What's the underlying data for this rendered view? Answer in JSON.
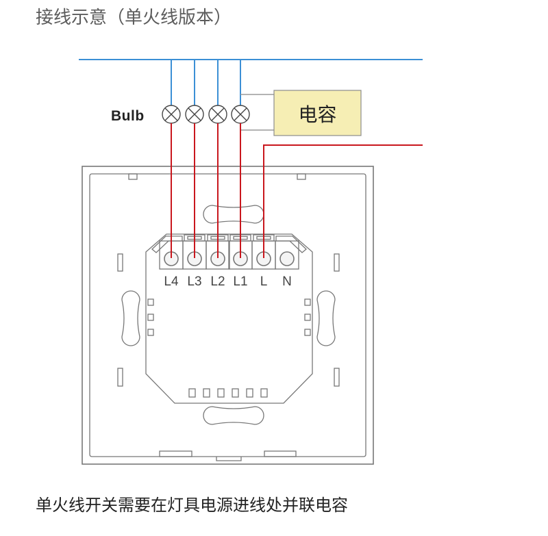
{
  "title": "接线示意（单火线版本）",
  "diagram": {
    "bulb_label": "Bulb",
    "capacitor_label": "电容",
    "terminals": [
      {
        "label": "L4"
      },
      {
        "label": "L3"
      },
      {
        "label": "L2"
      },
      {
        "label": "L1"
      },
      {
        "label": "L"
      },
      {
        "label": "N"
      }
    ],
    "colors": {
      "blue_wire": "#3b8fd5",
      "red_wire": "#c9161d",
      "capacitor_fill": "#f6eeb4",
      "capacitor_border": "#8c8c8c",
      "connector_wire": "#9a9a9a",
      "outline": "#777777",
      "lamp_outline": "#444444"
    }
  },
  "caption": "单火线开关需要在灯具电源进线处并联电容"
}
